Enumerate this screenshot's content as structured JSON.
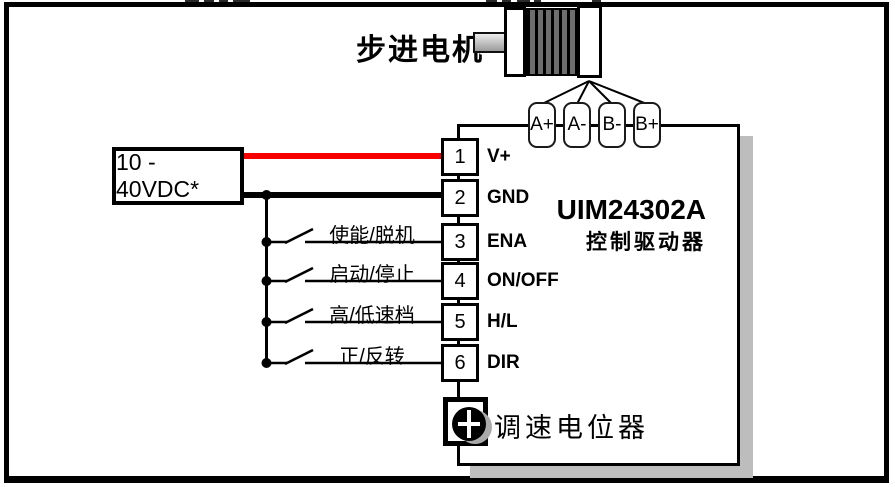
{
  "diagram": {
    "motor_label": "步进电机",
    "connectors": [
      {
        "label": "A+"
      },
      {
        "label": "A-"
      },
      {
        "label": "B-"
      },
      {
        "label": "B+"
      }
    ],
    "controller": {
      "model": "UIM24302A",
      "name": "控制驱动器"
    },
    "power_supply": {
      "label": "10 - 40VDC*"
    },
    "pins": [
      {
        "num": "1",
        "label": "V+"
      },
      {
        "num": "2",
        "label": "GND"
      },
      {
        "num": "3",
        "label": "ENA"
      },
      {
        "num": "4",
        "label": "ON/OFF"
      },
      {
        "num": "5",
        "label": "H/L"
      },
      {
        "num": "6",
        "label": "DIR"
      }
    ],
    "switches": [
      {
        "label": "使能/脱机"
      },
      {
        "label": "启动/停止"
      },
      {
        "label": "高/低速档"
      },
      {
        "label": "正/反转"
      }
    ],
    "potentiometer": {
      "label": "调速电位器"
    },
    "colors": {
      "vplus_wire": "#f80000",
      "gnd_wire": "#000000",
      "box_shadow": "#bdbdbd"
    }
  }
}
